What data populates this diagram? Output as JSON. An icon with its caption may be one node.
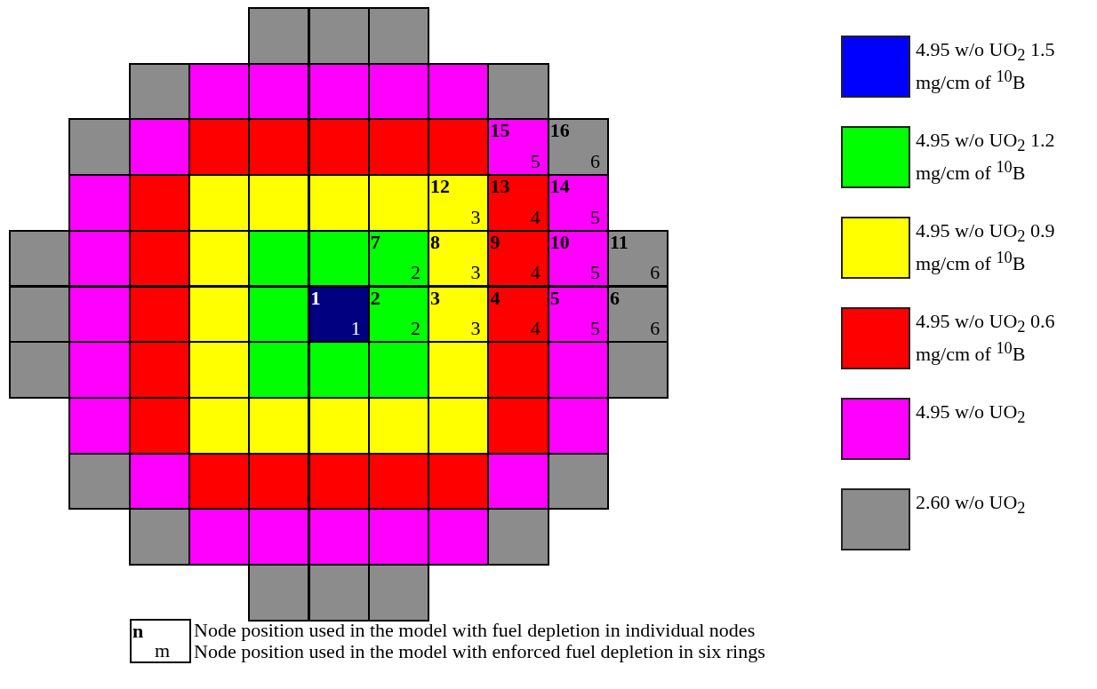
{
  "diagram": {
    "nodes": [
      {
        "text": [],
        "shape": "box"
      },
      {
        "text": [],
        "shape": "box"
      },
      {
        "text": [],
        "shape": "box"
      },
      {
        "text": [],
        "shape": "box"
      },
      {
        "text": [],
        "shape": "box"
      },
      {
        "text": [],
        "shape": "box"
      },
      {
        "text": [],
        "shape": "box"
      },
      {
        "text": [],
        "shape": "box"
      },
      {
        "text": [],
        "shape": "box"
      },
      {
        "text": [],
        "shape": "box"
      },
      {
        "text": [],
        "shape": "box"
      },
      {
        "text": [],
        "shape": "box"
      },
      {
        "text": [],
        "shape": "box"
      },
      {
        "text": [],
        "shape": "box"
      },
      {
        "text": [],
        "shape": "box"
      },
      {
        "text": [],
        "shape": "box"
      },
      {
        "text": [],
        "shape": "box"
      },
      {
        "text": [
          "15",
          "5"
        ]
      },
      {
        "text": [
          "16",
          "6"
        ]
      },
      {
        "text": [],
        "shape": "box"
      },
      {
        "text": [],
        "shape": "box"
      },
      {
        "text": [],
        "shape": "box"
      },
      {
        "text": [],
        "shape": "box"
      },
      {
        "text": [],
        "shape": "box"
      },
      {
        "text": [],
        "shape": "box"
      },
      {
        "text": [
          "12",
          "3"
        ]
      },
      {
        "text": [
          "13",
          "4"
        ]
      },
      {
        "text": [
          "14",
          "5"
        ]
      },
      {
        "text": [],
        "shape": "box"
      },
      {
        "text": [],
        "shape": "box"
      },
      {
        "text": [],
        "shape": "box"
      },
      {
        "text": [],
        "shape": "box"
      },
      {
        "text": [],
        "shape": "box"
      },
      {
        "text": [],
        "shape": "box"
      },
      {
        "text": [
          "7",
          "2"
        ]
      },
      {
        "text": [
          "8",
          "3"
        ]
      },
      {
        "text": [
          "9",
          "4"
        ]
      },
      {
        "text": [
          "10",
          "5"
        ]
      },
      {
        "text": [
          "11",
          "6"
        ]
      },
      {
        "text": [],
        "shape": "box"
      },
      {
        "text": [],
        "shape": "box"
      },
      {
        "text": [],
        "shape": "box"
      },
      {
        "text": [],
        "shape": "box"
      },
      {
        "text": [],
        "shape": "box"
      },
      {
        "text": [
          "1",
          "1"
        ]
      },
      {
        "text": [
          "2",
          "2"
        ]
      },
      {
        "text": [
          "3",
          "3"
        ]
      },
      {
        "text": [
          "4",
          "4"
        ]
      },
      {
        "text": [
          "5",
          "5"
        ]
      },
      {
        "text": [
          "6",
          "6"
        ]
      },
      {
        "text": [],
        "shape": "box"
      },
      {
        "text": [],
        "shape": "box"
      },
      {
        "text": [],
        "shape": "box"
      },
      {
        "text": [],
        "shape": "box"
      },
      {
        "text": [],
        "shape": "box"
      },
      {
        "text": [],
        "shape": "box"
      },
      {
        "text": [],
        "shape": "box"
      },
      {
        "text": [],
        "shape": "box"
      },
      {
        "text": [],
        "shape": "box"
      },
      {
        "text": [],
        "shape": "box"
      },
      {
        "text": [],
        "shape": "box"
      },
      {
        "text": [],
        "shape": "box"
      },
      {
        "text": [],
        "shape": "box"
      },
      {
        "text": [],
        "shape": "box"
      },
      {
        "text": [],
        "shape": "box"
      },
      {
        "text": [],
        "shape": "box"
      },
      {
        "text": [],
        "shape": "box"
      },
      {
        "text": [],
        "shape": "box"
      },
      {
        "text": [],
        "shape": "box"
      },
      {
        "text": [],
        "shape": "box"
      },
      {
        "text": [],
        "shape": "box"
      },
      {
        "text": [],
        "shape": "box"
      },
      {
        "text": [],
        "shape": "box"
      },
      {
        "text": [],
        "shape": "box"
      },
      {
        "text": [],
        "shape": "box"
      },
      {
        "text": [],
        "shape": "box"
      },
      {
        "text": [],
        "shape": "box"
      },
      {
        "text": [],
        "shape": "box"
      },
      {
        "text": [],
        "shape": "box"
      },
      {
        "text": [],
        "shape": "box"
      },
      {
        "text": [],
        "shape": "box"
      },
      {
        "text": [],
        "shape": "box"
      },
      {
        "text": [],
        "shape": "box"
      },
      {
        "text": [],
        "shape": "box"
      },
      {
        "text": [],
        "shape": "box"
      },
      {
        "text": [],
        "shape": "box"
      },
      {
        "text": [],
        "shape": "box"
      },
      {
        "text": [],
        "shape": "box"
      },
      {
        "text": [],
        "shape": "box"
      },
      {
        "text": [
          "n",
          "m"
        ],
        "beside": [
          "Node position used in the model with fuel depletion in individual nodes",
          "Node position used in the model with enforced fuel depletion in six rings"
        ]
      }
    ],
    "legend": [
      {
        "text": "4.95 w/o UO$_{2}$ 1.5 mg/cm of $^{10}$B",
        "color": "#0000ff"
      },
      {
        "text": "4.95 w/o UO$_{2}$ 1.2 mg/cm of $^{10}$B",
        "color": "#00ff00"
      },
      {
        "text": "4.95 w/o UO$_{2}$ 0.9 mg/cm of $^{10}$B",
        "color": "#ffff00"
      },
      {
        "text": "4.95 w/o UO$_{2}$ 0.6 mg/cm of $^{10}$B",
        "color": "#ff0000"
      },
      {
        "text": "4.95 w/o UO$_{2}$",
        "color": "#ff00ff"
      },
      {
        "text": "2.60 w/o UO$_{2}$",
        "color": "#8c8c8c"
      }
    ]
  }
}
